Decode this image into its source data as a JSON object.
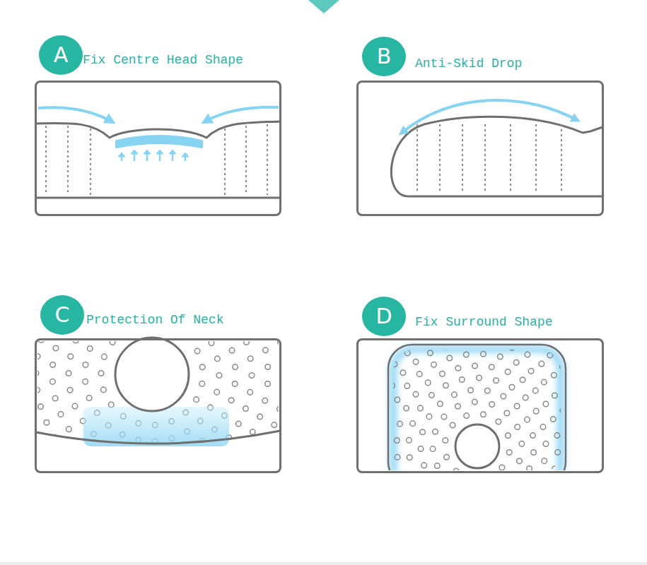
{
  "diagram": {
    "nodes": [
      {
        "text": [
          "A"
        ]
      },
      {
        "text": [
          "Fix Centre Head Shape"
        ]
      },
      {
        "text": [
          "B"
        ]
      },
      {
        "text": [
          "Anti-Skid Drop"
        ]
      },
      {
        "text": [
          "C"
        ]
      },
      {
        "text": [
          "Protection Of Neck"
        ]
      },
      {
        "text": [
          "D"
        ]
      },
      {
        "text": [
          "Fix Surround Shape"
        ]
      }
    ]
  }
}
